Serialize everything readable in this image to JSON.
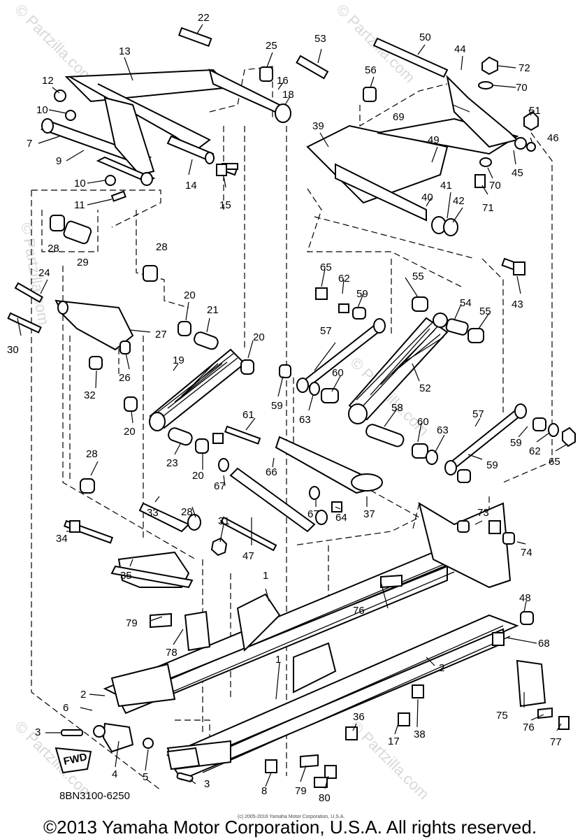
{
  "watermark": "© Partzilla.com",
  "diagram_code": "8BN3100-6250",
  "fine_print": "(c) 2005-2016 Yamaha Motor Corporation, U.S.A.",
  "copyright": "©2013 Yamaha Motor Corporation, U.S.A. All rights reserved.",
  "fwd_label": "FWD",
  "callouts": [
    "1",
    "1",
    "2",
    "2",
    "2",
    "3",
    "3",
    "4",
    "5",
    "6",
    "7",
    "8",
    "9",
    "10",
    "10",
    "11",
    "12",
    "13",
    "14",
    "15",
    "16",
    "17",
    "18",
    "19",
    "20",
    "20",
    "20",
    "20",
    "21",
    "22",
    "23",
    "24",
    "25",
    "26",
    "27",
    "28",
    "28",
    "28",
    "28",
    "29",
    "30",
    "31",
    "32",
    "33",
    "34",
    "35",
    "36",
    "37",
    "38",
    "39",
    "40",
    "41",
    "42",
    "43",
    "44",
    "45",
    "46",
    "47",
    "48",
    "49",
    "50",
    "51",
    "52",
    "53",
    "54",
    "55",
    "55",
    "56",
    "57",
    "57",
    "58",
    "59",
    "59",
    "59",
    "59",
    "60",
    "60",
    "61",
    "62",
    "62",
    "63",
    "63",
    "64",
    "65",
    "65",
    "66",
    "67",
    "67",
    "68",
    "69",
    "70",
    "70",
    "71",
    "72",
    "73",
    "74",
    "75",
    "76",
    "76",
    "77",
    "78",
    "79",
    "79",
    "80"
  ]
}
